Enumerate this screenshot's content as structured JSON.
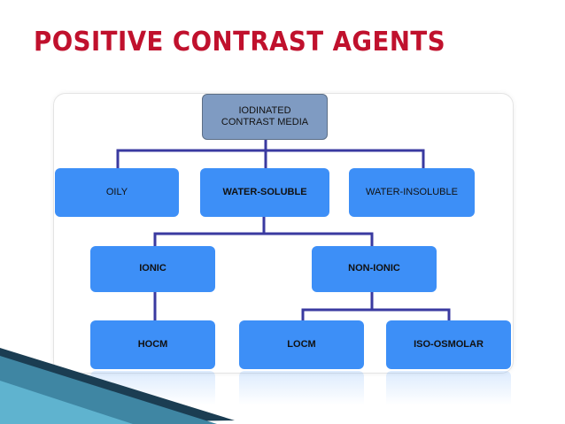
{
  "title": "POSITIVE CONTRAST AGENTS",
  "colors": {
    "title": "#c0112d",
    "node_fill": "#3d8ff7",
    "root_fill": "#7f9bc2",
    "connector": "#3a3aa0",
    "wedge_dark": "#1b3d52",
    "wedge_mid": "#3f86a3",
    "wedge_light": "#5fb3cf"
  },
  "nodes": {
    "root": {
      "line1": "IODINATED",
      "line2": "CONTRAST MEDIA"
    },
    "oily": "OILY",
    "water_soluble": "WATER-SOLUBLE",
    "water_insoluble": "WATER-INSOLUBLE",
    "ionic": "IONIC",
    "non_ionic": "NON-IONIC",
    "hocm": "HOCM",
    "locm": "LOCM",
    "iso_osmolar": "ISO-OSMOLAR"
  }
}
